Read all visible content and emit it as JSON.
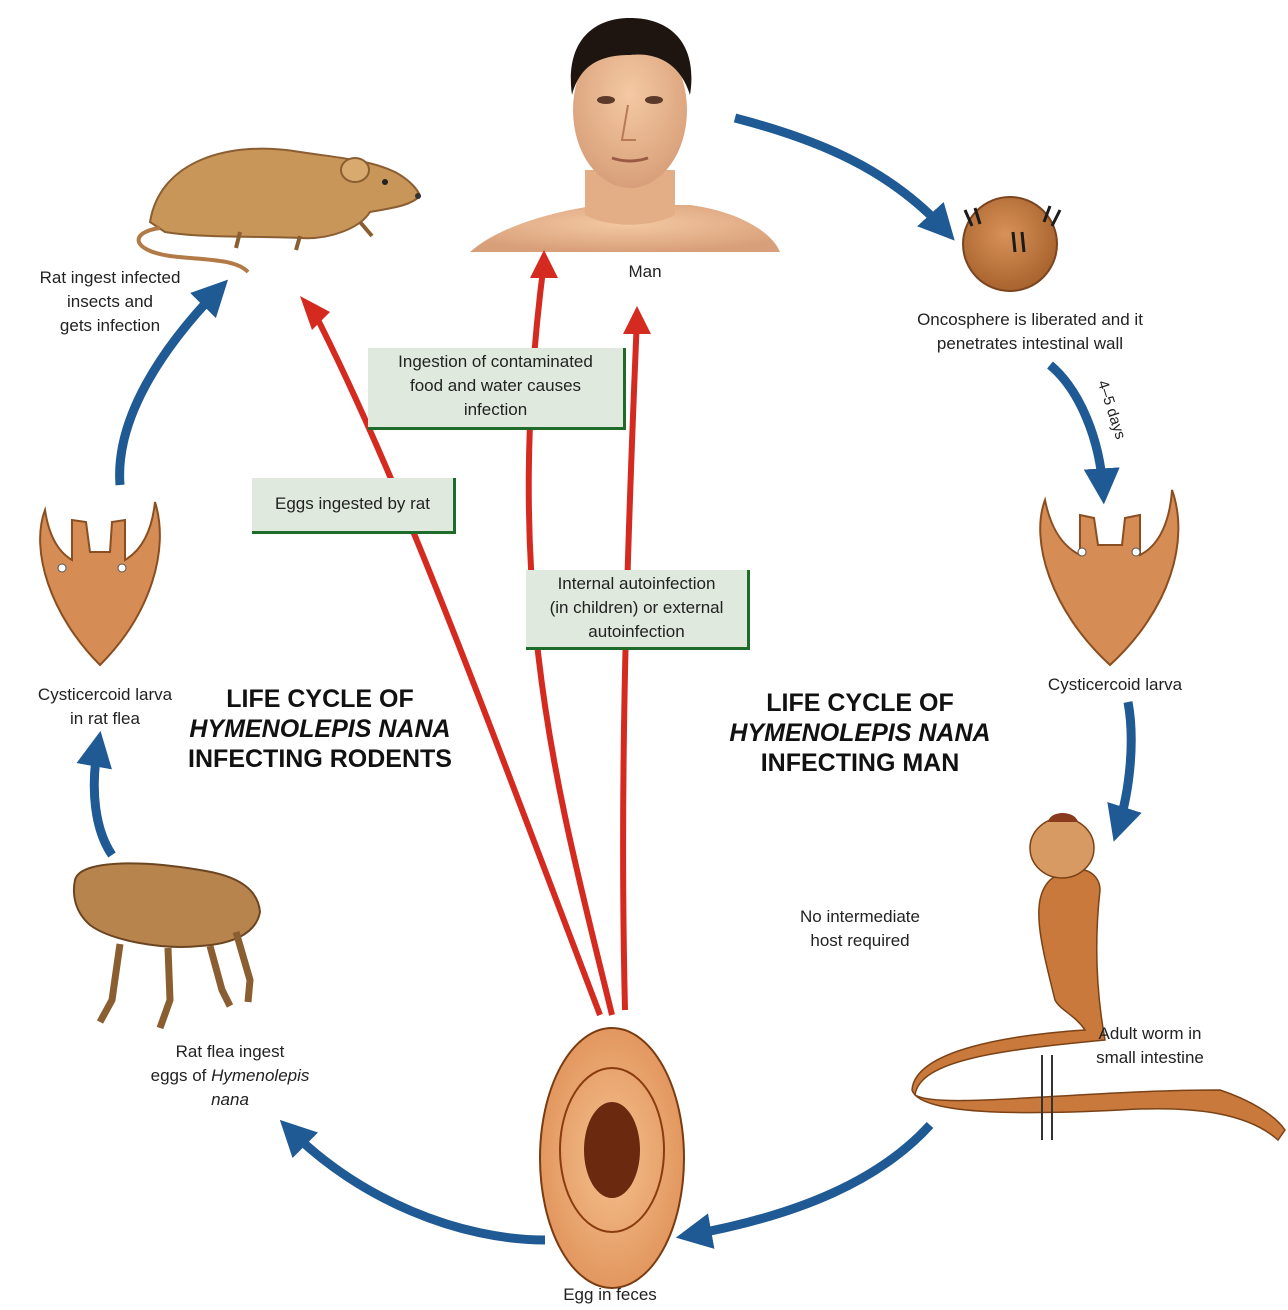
{
  "labels": {
    "man": "Man",
    "rat": [
      "Rat ingest infected",
      "insects and",
      "gets infection"
    ],
    "oncosphere": [
      "Oncosphere is liberated and it",
      "penetrates intestinal wall"
    ],
    "days": "4–5 days",
    "cysticercoid_man": "Cysticercoid larva",
    "cysticercoid_rat": [
      "Cysticercoid larva",
      "in rat flea"
    ],
    "no_intermediate": [
      "No intermediate",
      "host required"
    ],
    "adult_worm": [
      "Adult worm in",
      "small intestine"
    ],
    "rat_flea": [
      "Rat flea ingest",
      "eggs of ",
      "Hymenolepis",
      "nana"
    ],
    "egg": "Egg in feces"
  },
  "titles": {
    "rodents": [
      "LIFE CYCLE OF",
      "HYMENOLEPIS NANA",
      "INFECTING RODENTS"
    ],
    "man": [
      "LIFE CYCLE OF",
      "HYMENOLEPIS NANA",
      "INFECTING MAN"
    ]
  },
  "boxes": {
    "ingestion": [
      "Ingestion of contaminated",
      "food and water causes",
      "infection"
    ],
    "eggs_rat": "Eggs ingested by rat",
    "autoinfection": [
      "Internal autoinfection",
      "(in children) or external",
      "autoinfection"
    ]
  },
  "colors": {
    "blue_arrow": "#1f5a94",
    "red_arrow": "#d42a1f",
    "box_fill": "#dfe9dd",
    "box_border": "#1f6b2a",
    "skin": "#d6a270",
    "larva": "#c9824a"
  }
}
